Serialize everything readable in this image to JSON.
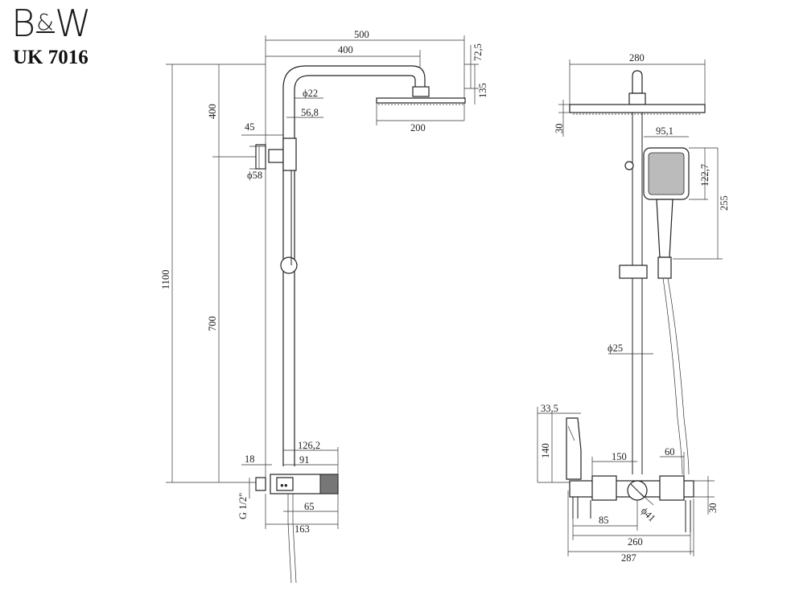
{
  "brand": {
    "name_left": "B",
    "amp": "&",
    "name_right": "W",
    "model": "UK 7016"
  },
  "side_view": {
    "dims": {
      "d500": "500",
      "d400": "400",
      "d72_5": "72,5",
      "d135": "135",
      "phi22": "ϕ22",
      "d56_8": "56,8",
      "d45": "45",
      "phi58": "ϕ58",
      "d200": "200",
      "d400v": "400",
      "d1100": "1100",
      "d700": "700",
      "d126_2": "126,2",
      "d18": "18",
      "d91": "91",
      "g12": "G 1/2\"",
      "d65": "65",
      "d163": "163"
    }
  },
  "front_view": {
    "dims": {
      "d280": "280",
      "d30top": "30",
      "d95_1": "95,1",
      "d122_7": "122,7",
      "d255": "255",
      "phi25": "ϕ25",
      "d33_5": "33,5",
      "d140": "140",
      "d150": "150",
      "d60": "60",
      "phi41": "ϕ41",
      "d30bot": "30",
      "d85": "85",
      "d260": "260",
      "d287": "287"
    }
  },
  "colors": {
    "line": "#222222",
    "background": "#ffffff"
  }
}
